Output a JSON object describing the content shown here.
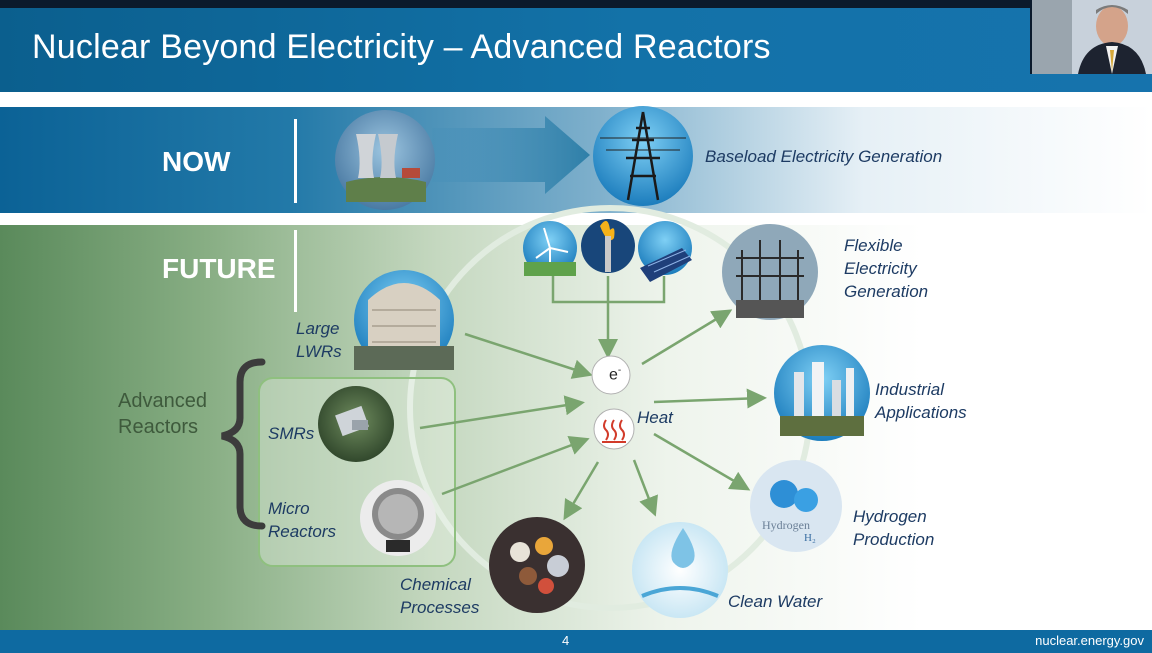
{
  "slide": {
    "title": "Nuclear Beyond Electricity – Advanced Reactors",
    "page_number": "4",
    "site": "nuclear.energy.gov"
  },
  "now": {
    "label": "NOW",
    "output": "Baseload Electricity Generation"
  },
  "future": {
    "label": "FUTURE",
    "sources": {
      "large_lwrs": "Large\nLWRs",
      "smrs": "SMRs",
      "micro": "Micro\nReactors"
    },
    "advanced_reactors": "Advanced\nReactors",
    "center": {
      "electron": "e",
      "electron_sup": "-",
      "heat": "Heat"
    },
    "outputs": {
      "flexible": "Flexible\nElectricity\nGeneration",
      "industrial": "Industrial\nApplications",
      "hydrogen": "Hydrogen\nProduction",
      "clean_water": "Clean Water",
      "chemical": "Chemical\nProcesses"
    },
    "hydrogen_image_text": "Hydrogen",
    "hydrogen_formula": "H₂"
  },
  "colors": {
    "title_bar": "#1372a8",
    "label_text": "#1d3b63",
    "arrow_green": "#7aa56f",
    "future_green": "#5a8a5b"
  }
}
